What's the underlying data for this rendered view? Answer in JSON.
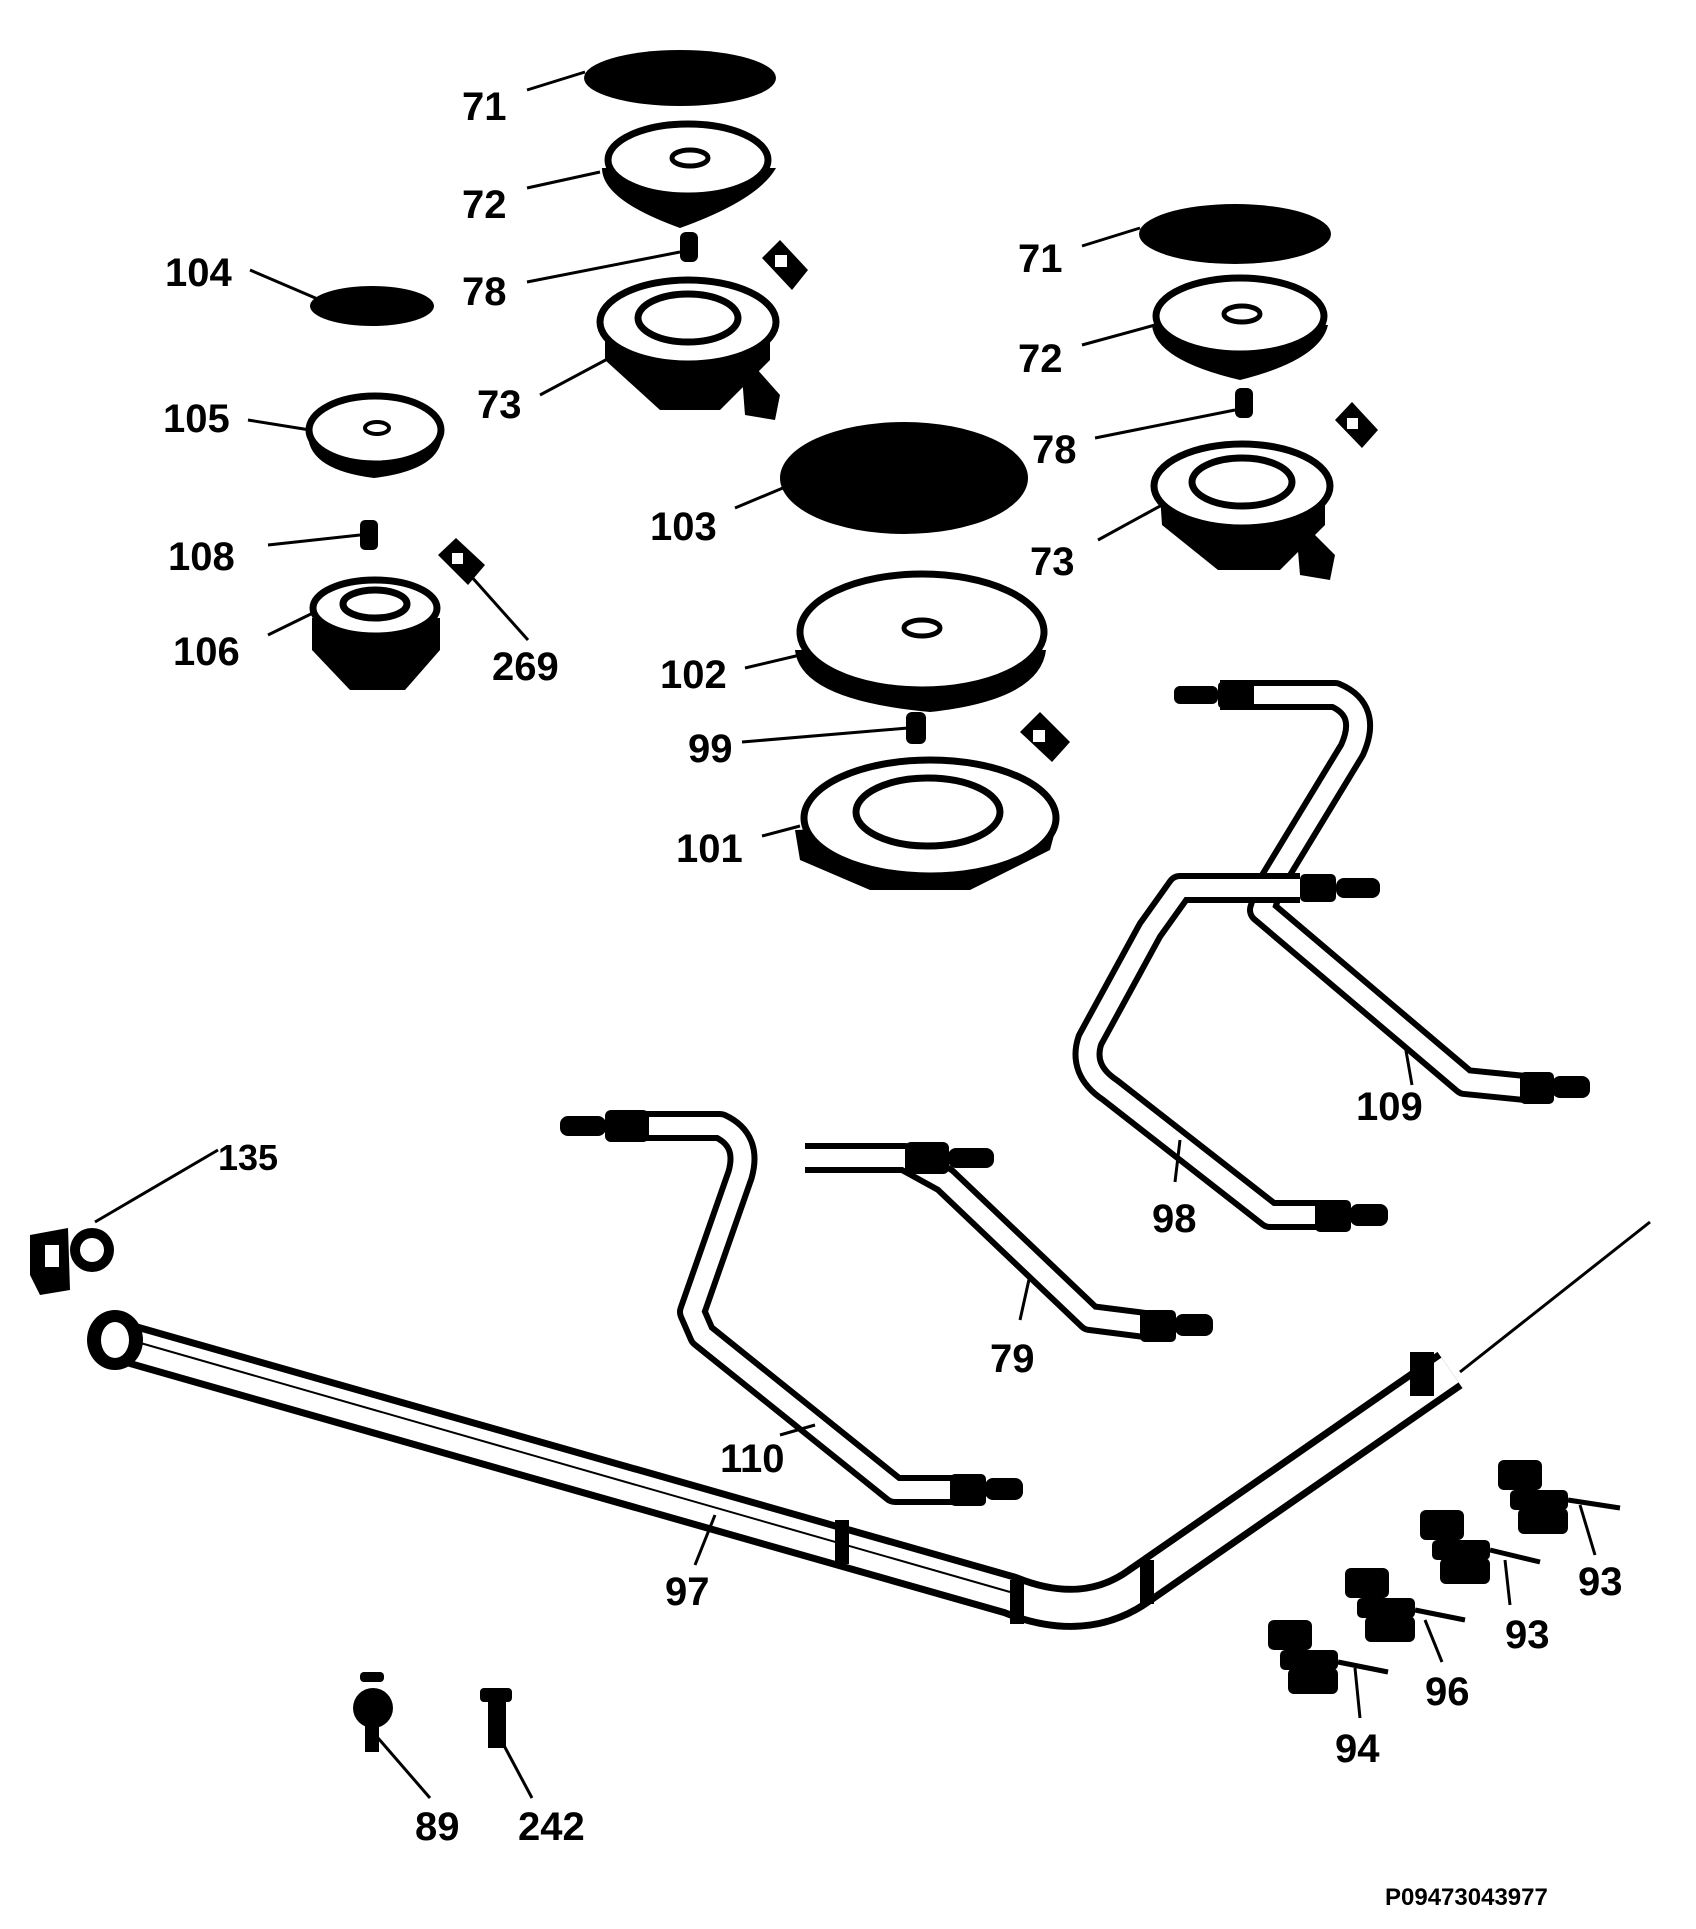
{
  "diagram": {
    "part_labels": [
      {
        "id": "p71a",
        "text": "71"
      },
      {
        "id": "p72a",
        "text": "72"
      },
      {
        "id": "p78a",
        "text": "78"
      },
      {
        "id": "p73a",
        "text": "73"
      },
      {
        "id": "p104",
        "text": "104"
      },
      {
        "id": "p105",
        "text": "105"
      },
      {
        "id": "p108",
        "text": "108"
      },
      {
        "id": "p106",
        "text": "106"
      },
      {
        "id": "p269",
        "text": "269"
      },
      {
        "id": "p71b",
        "text": "71"
      },
      {
        "id": "p72b",
        "text": "72"
      },
      {
        "id": "p78b",
        "text": "78"
      },
      {
        "id": "p73b",
        "text": "73"
      },
      {
        "id": "p103",
        "text": "103"
      },
      {
        "id": "p102",
        "text": "102"
      },
      {
        "id": "p99",
        "text": "99"
      },
      {
        "id": "p101",
        "text": "101"
      },
      {
        "id": "p109",
        "text": "109"
      },
      {
        "id": "p98",
        "text": "98"
      },
      {
        "id": "p135",
        "text": "135"
      },
      {
        "id": "p79",
        "text": "79"
      },
      {
        "id": "p110",
        "text": "110"
      },
      {
        "id": "p97",
        "text": "97"
      },
      {
        "id": "p93a",
        "text": "93"
      },
      {
        "id": "p93b",
        "text": "93"
      },
      {
        "id": "p96",
        "text": "96"
      },
      {
        "id": "p94",
        "text": "94"
      },
      {
        "id": "p89",
        "text": "89"
      },
      {
        "id": "p242",
        "text": "242"
      }
    ],
    "reference_code": "P09473043977"
  }
}
